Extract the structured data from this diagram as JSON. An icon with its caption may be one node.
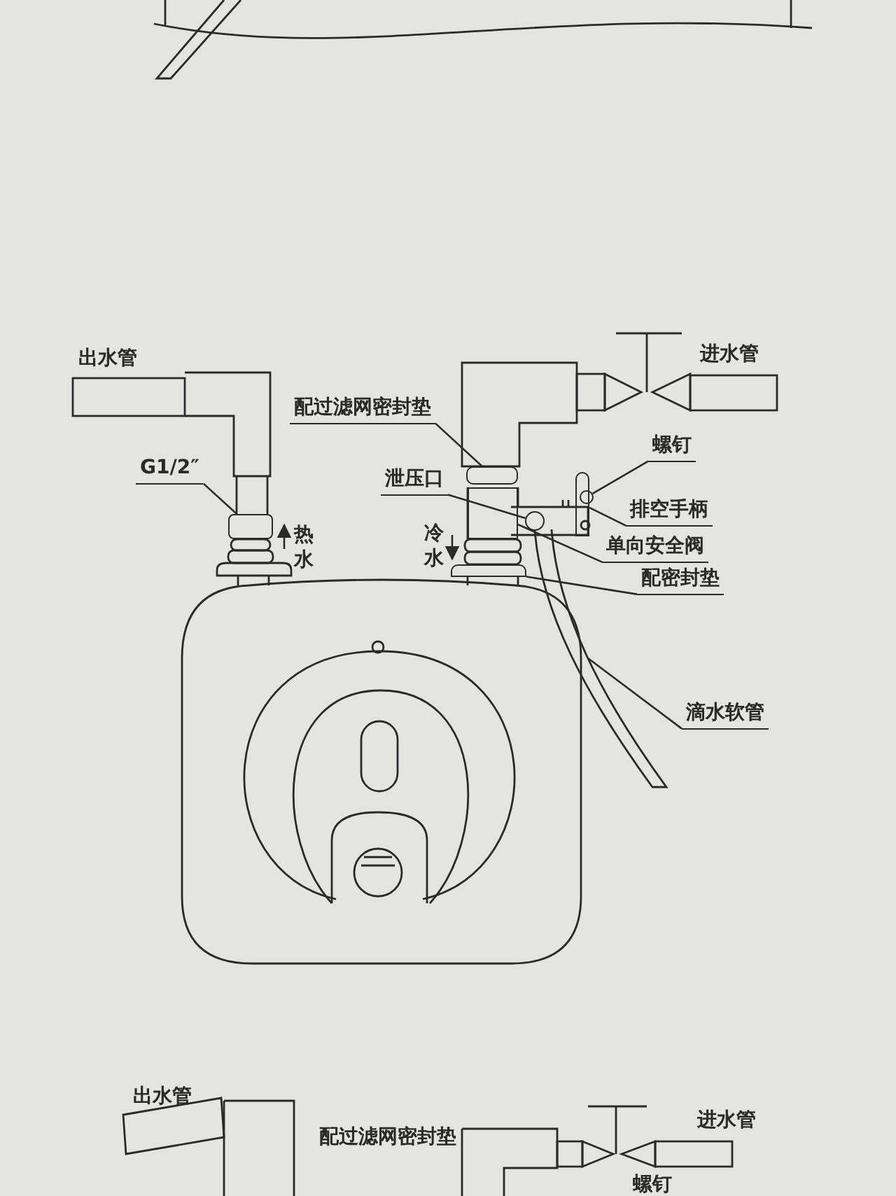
{
  "diagram": {
    "nodes": [
      {
        "text": [
          "G1/2″"
        ]
      },
      {
        "text": [],
        "shape": "box"
      },
      {
        "text": [
          "配过滤网密封垫"
        ]
      },
      {
        "text": [],
        "shape": "box"
      },
      {
        "text": [
          "泄压口"
        ]
      },
      {
        "text": [],
        "shape": "circle"
      },
      {
        "text": [
          "螺钉"
        ]
      },
      {
        "text": [],
        "shape": "circle"
      },
      {
        "text": [
          "排空手柄"
        ]
      },
      {
        "text": [],
        "shape": "box"
      },
      {
        "text": [
          "单向安全阀"
        ]
      },
      {
        "text": [],
        "shape": "box"
      },
      {
        "text": [
          "配密封垫"
        ]
      },
      {
        "text": [],
        "shape": "box"
      },
      {
        "text": [
          "滴水软管"
        ]
      },
      {
        "text": [],
        "shape": "picture"
      }
    ],
    "edges": [
      {
        "from": 0,
        "to": 1,
        "arrow": "none"
      },
      {
        "from": 2,
        "to": 3,
        "arrow": "none"
      },
      {
        "from": 4,
        "to": 5,
        "arrow": "none"
      },
      {
        "from": 6,
        "to": 7,
        "arrow": "none"
      },
      {
        "from": 8,
        "to": 9,
        "arrow": "none"
      },
      {
        "from": 10,
        "to": 11,
        "arrow": "none"
      },
      {
        "from": 12,
        "to": 13,
        "arrow": "none"
      },
      {
        "from": 14,
        "to": 15,
        "arrow": "none"
      }
    ],
    "labels": [
      "出水管",
      "进水管",
      "热水",
      "冷水",
      "出水管",
      "配过滤网密封垫",
      "进水管",
      "螺钉"
    ]
  }
}
